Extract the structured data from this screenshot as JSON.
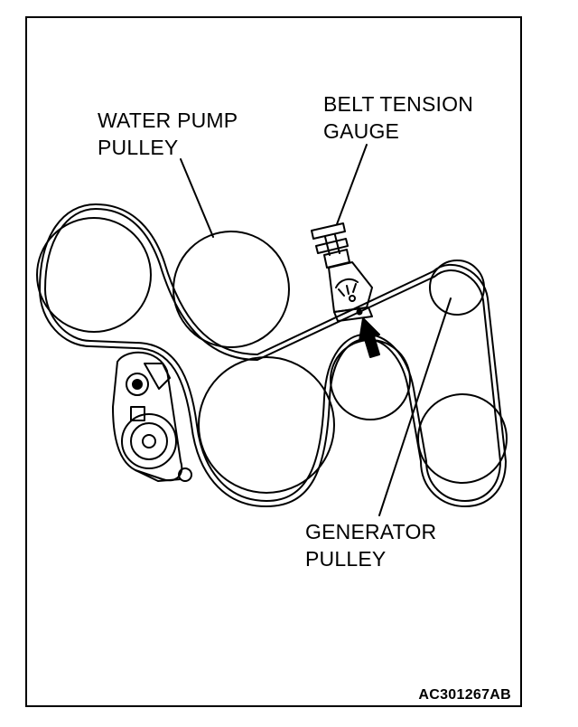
{
  "labels": {
    "water_pump_line1": "WATER PUMP",
    "water_pump_line2": "PULLEY",
    "gauge_line1": "BELT TENSION",
    "gauge_line2": "GAUGE",
    "generator_line1": "GENERATOR",
    "generator_line2": "PULLEY"
  },
  "figure_code": "AC301267AB"
}
